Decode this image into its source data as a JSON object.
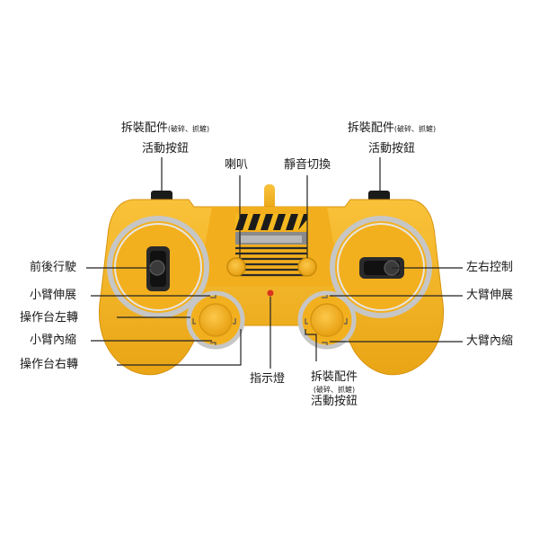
{
  "labels": {
    "top_left_line1_main": "拆裝配件",
    "top_left_line1_small": "(破碎、抓鏟)",
    "top_left_line2": "活動按鈕",
    "top_right_line1_main": "拆裝配件",
    "top_right_line1_small": "(破碎、抓鏟)",
    "top_right_line2": "活動按鈕",
    "horn": "喇叭",
    "mute_switch": "靜音切換",
    "forward_backward": "前後行駛",
    "left_right_control": "左右控制",
    "small_arm_extend": "小臂伸展",
    "platform_left": "操作台左轉",
    "small_arm_retract": "小臂內縮",
    "platform_right": "操作台右轉",
    "big_arm_extend": "大臂伸展",
    "big_arm_retract": "大臂內縮",
    "indicator_light": "指示燈",
    "bottom_line1": "拆裝配件",
    "bottom_line2_small": "(破碎、抓鏟)",
    "bottom_line3": "活動按鈕"
  },
  "colors": {
    "body": "#f6b51f",
    "body_shadow": "#e39a10",
    "ring": "#c9c9c9",
    "knob": "#f5b422",
    "dark": "#1b1b1b",
    "leader": "#222222",
    "led": "#d9321f"
  }
}
